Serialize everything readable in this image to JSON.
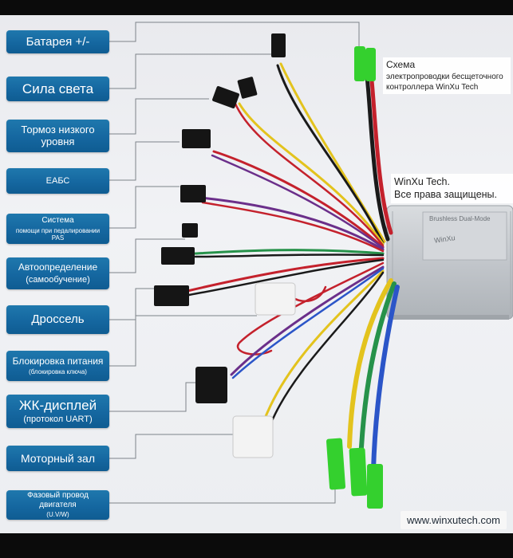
{
  "labels": [
    {
      "main": "Батарея +/-",
      "sub": ""
    },
    {
      "main": "Сила света",
      "sub": ""
    },
    {
      "main": "Тормоз низкого уровня",
      "sub": ""
    },
    {
      "main": "EАБС",
      "sub": ""
    },
    {
      "main": "Система",
      "sub": "помощи при педалировании PAS"
    },
    {
      "main": "Автоопределение",
      "sub": "(самообучение)"
    },
    {
      "main": "Дроссель",
      "sub": ""
    },
    {
      "main": "Блокировка питания",
      "sub": "(блокировка ключа)"
    },
    {
      "main": "ЖК-дисплей",
      "sub": "(протокол UART)"
    },
    {
      "main": "Моторный зал",
      "sub": ""
    },
    {
      "main": "Фазовый провод двигателя",
      "sub": "(U.V/W)"
    }
  ],
  "scheme_note": {
    "line1": "Схема",
    "line2": "электропроводки бесщеточного",
    "line3": "контроллера WinXu Tech"
  },
  "rights_note": {
    "line1": "WinXu Tech.",
    "line2": "Все права защищены."
  },
  "controller_text": {
    "title": "Brushless Dual-Mode",
    "brand": "WinXu"
  },
  "watermark": "www.winxutech.com",
  "colors": {
    "label_bg": "#1567a0",
    "controller": "#c8ccd1",
    "wire_red": "#c4212c",
    "wire_black": "#1a1a1a",
    "wire_yellow": "#e3c31d",
    "wire_green": "#26924a",
    "wire_blue": "#2b55c8",
    "wire_purple": "#6b2f8a",
    "connector_green": "#34d02e"
  }
}
